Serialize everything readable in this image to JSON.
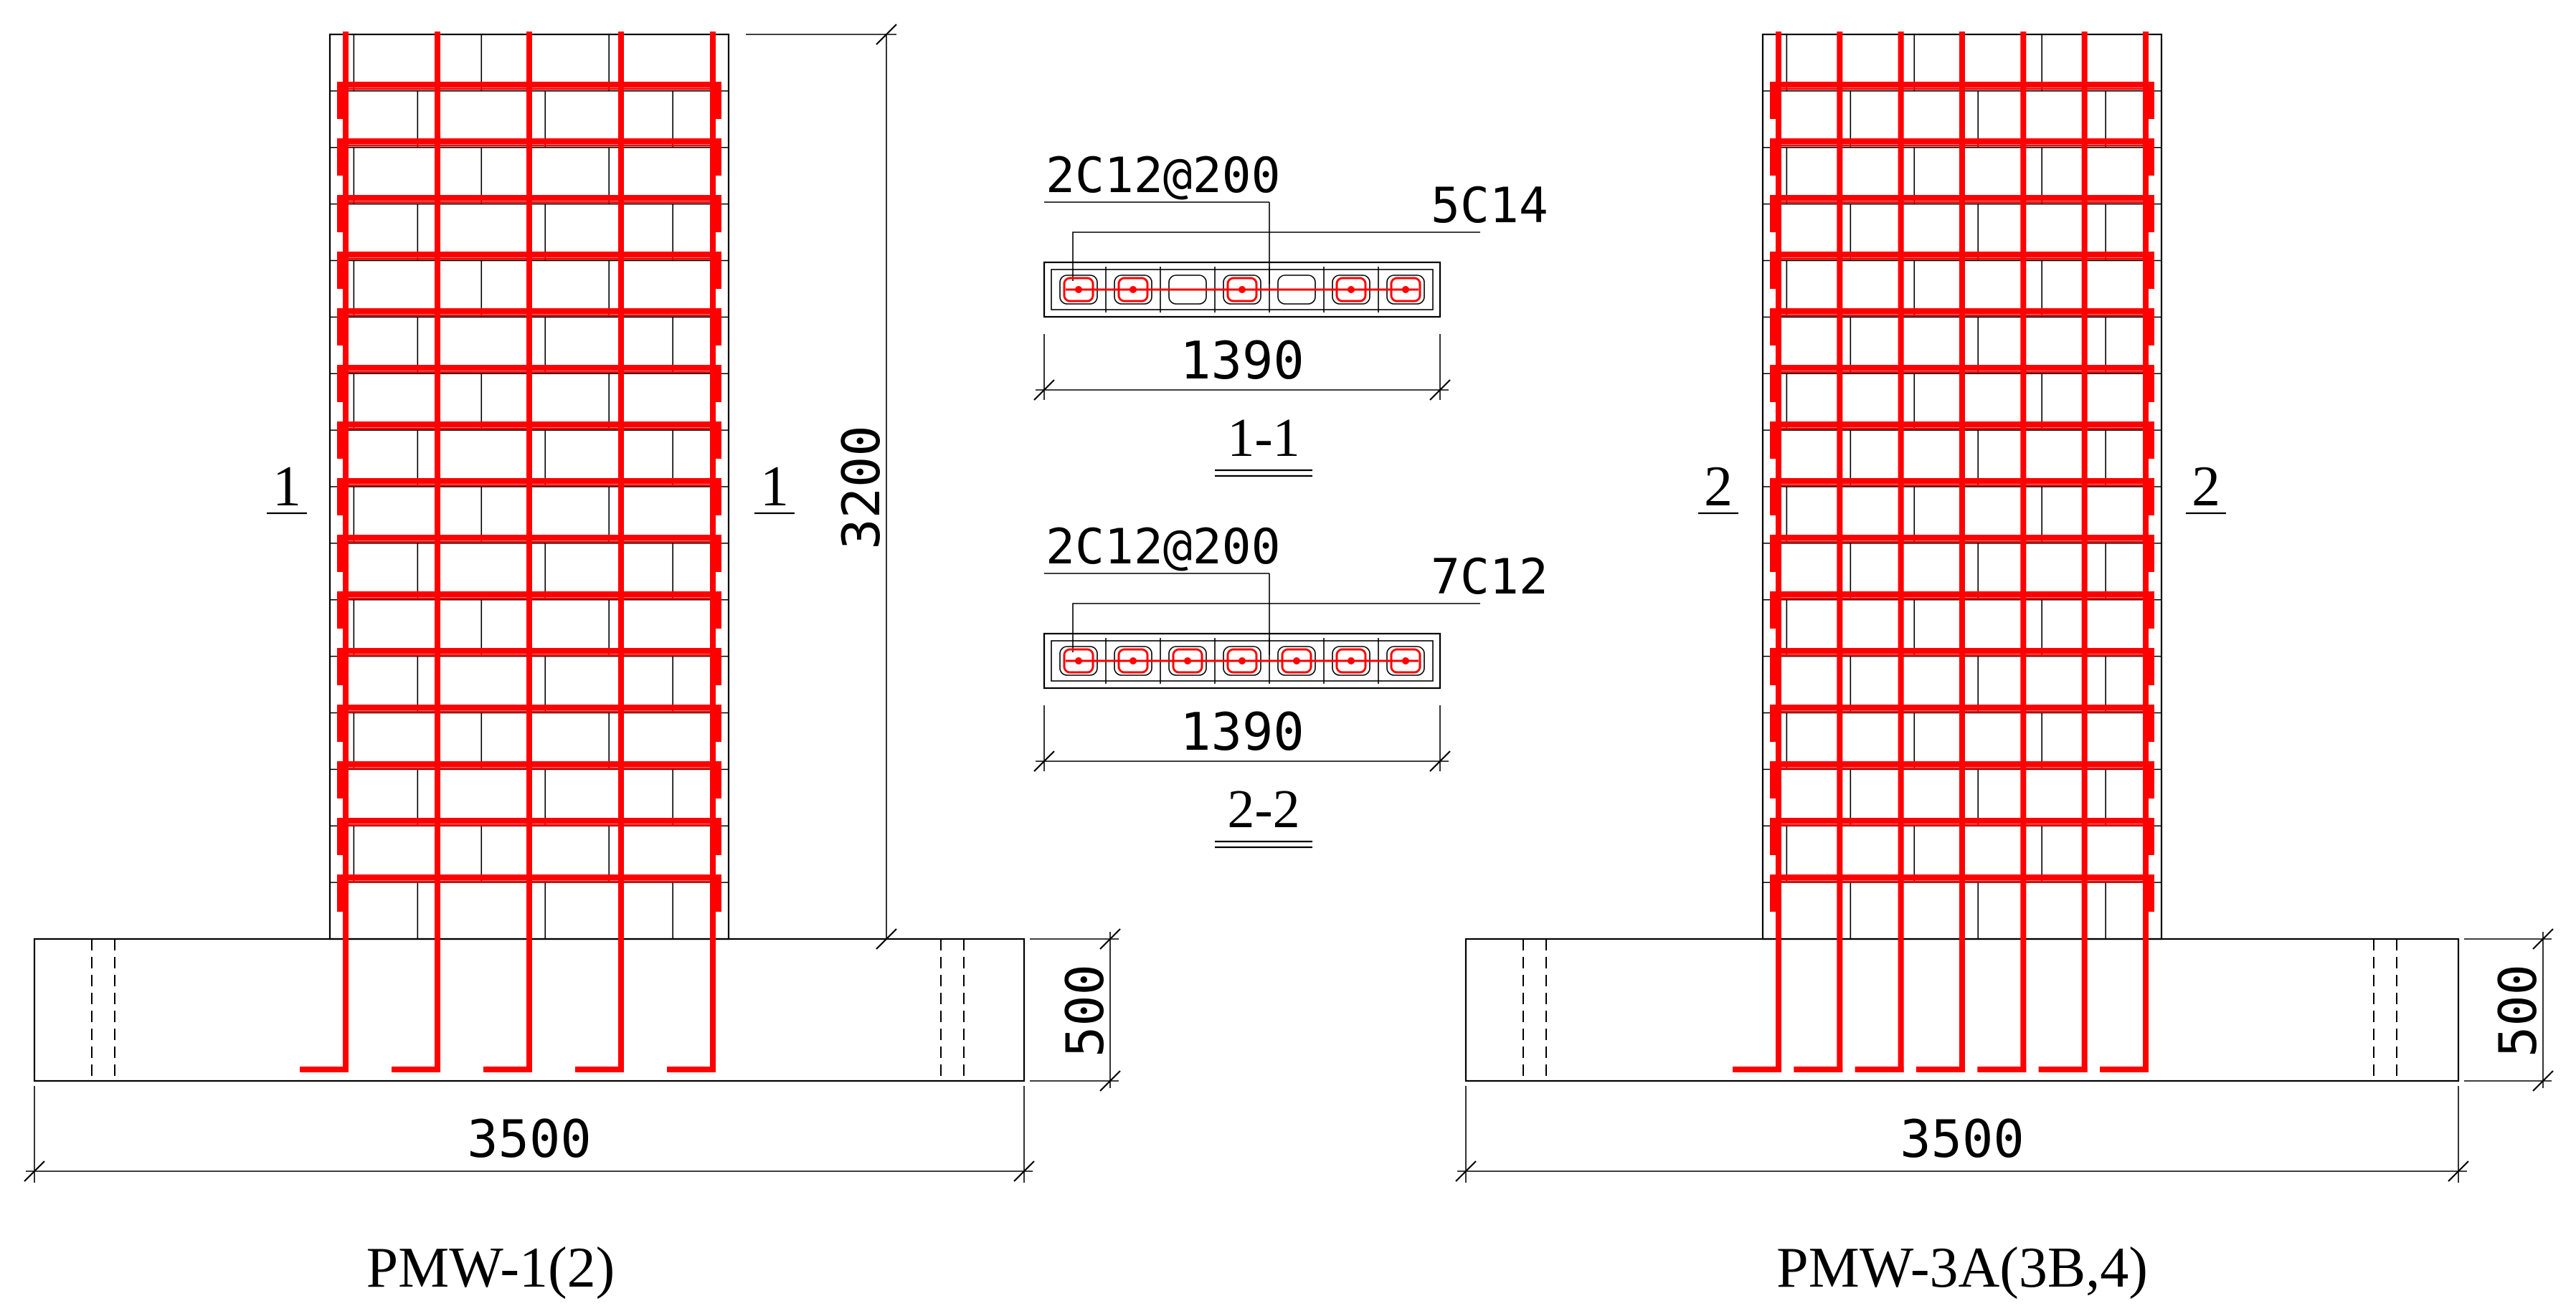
{
  "walls": [
    {
      "label": "PMW-1(2)",
      "section_mark": "1",
      "width_dim": "3500",
      "height_dim": "3200",
      "base_dim": "500",
      "vertical_bars": 5
    },
    {
      "label": "PMW-3A(3B,4)",
      "section_mark": "2",
      "width_dim": "3500",
      "base_dim": "500",
      "vertical_bars": 7
    }
  ],
  "sections": [
    {
      "title": "1-1",
      "stirrup_label": "2C12@200",
      "bar_label": "5C14",
      "width_dim": "1390"
    },
    {
      "title": "2-2",
      "stirrup_label": "2C12@200",
      "bar_label": "7C12",
      "width_dim": "1390"
    }
  ],
  "colors": {
    "rebar": "#ff0000",
    "line": "#000000",
    "background": "#ffffff"
  }
}
